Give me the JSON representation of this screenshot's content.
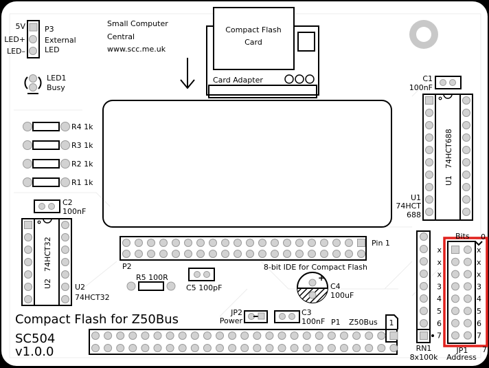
{
  "board": {
    "name": "SC504",
    "version": "v1.0.0",
    "title": "Compact Flash for Z50Bus",
    "maker": [
      "Small Computer",
      "Central",
      "www.scc.me.uk"
    ],
    "colors": {
      "background": "#ffffff",
      "silkscreen": "#000000",
      "pad": "#d2d2d2",
      "highlight": "#e0201c"
    }
  },
  "cf": {
    "card_label": [
      "Compact Flash",
      "Card"
    ],
    "adapter_label": "Card Adapter",
    "insert_arrow": "arrow-down-icon"
  },
  "p3": {
    "ref": "P3",
    "desc": [
      "External",
      "LED"
    ],
    "pins": [
      "5V",
      "LED+",
      "LED–"
    ]
  },
  "led1": {
    "ref": "LED1",
    "desc": "Busy"
  },
  "resistors": [
    {
      "ref": "R4",
      "value": "1k"
    },
    {
      "ref": "R3",
      "value": "1k"
    },
    {
      "ref": "R2",
      "value": "1k"
    },
    {
      "ref": "R1",
      "value": "1k"
    }
  ],
  "c1": {
    "ref": "C1",
    "value": "100nF"
  },
  "c2": {
    "ref": "C2",
    "value": "100nF"
  },
  "c3": {
    "ref": "C3",
    "value": "100nF"
  },
  "c4": {
    "ref": "C4",
    "value": "100uF",
    "polarity": "+"
  },
  "c5": {
    "ref": "C5",
    "value": "100pF"
  },
  "r5": {
    "ref": "R5",
    "value": "100R"
  },
  "u1": {
    "ref": "U1",
    "part": "74HCT688",
    "part_split": [
      "74HCT",
      "688"
    ],
    "pins": 20
  },
  "u2": {
    "ref": "U2",
    "part": "74HCT32",
    "pins": 14
  },
  "p2": {
    "ref": "P2",
    "desc": "8-bit IDE for Compact Flash",
    "pin1": "Pin 1",
    "columns": 20,
    "rows": 2
  },
  "p1": {
    "ref": "P1",
    "desc": "Z50Bus",
    "pin1": "1",
    "columns": 25,
    "rows": 2
  },
  "jp2": {
    "ref": "JP2",
    "desc": "Power"
  },
  "rn1": {
    "ref": "RN1",
    "value": "8x100k",
    "pins": 9
  },
  "jp1": {
    "ref": "JP1",
    "desc": "Address",
    "bits_label": "Bits",
    "bit_top": "0",
    "bit_bottom": "7",
    "left_labels": [
      "x",
      "x",
      "x",
      "3",
      "4",
      "5",
      "6",
      "7"
    ],
    "right_labels": [
      "x",
      "x",
      "x",
      "3",
      "4",
      "5",
      "6",
      "7"
    ]
  }
}
